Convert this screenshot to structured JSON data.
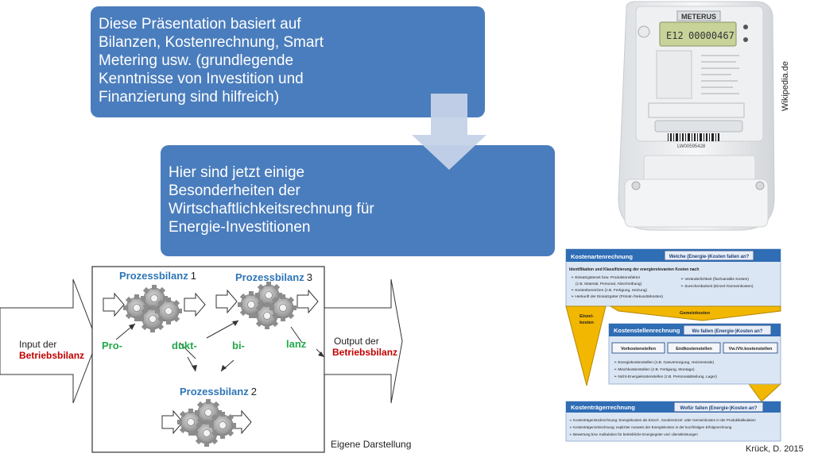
{
  "slide": {
    "box1_lines": [
      "Diese Präsentation basiert auf",
      "Bilanzen, Kostenrechnung, Smart",
      "Metering usw. (grundlegende",
      "Kenntnisse von Investition und",
      "Finanzierung sind hilfreich)"
    ],
    "box2_lines": [
      "Hier sind jetzt einige",
      "Besonderheiten der",
      "Wirtschaftlichkeitsrechnung für",
      "Energie-Investitionen"
    ],
    "image_credit_meter": "Wikipedia.de"
  },
  "meter": {
    "brand": "METERUS",
    "display_value": "00000467",
    "display_prefix": "E12",
    "serial": "LW00595428"
  },
  "process_diagram": {
    "input_line1": "Input der",
    "input_line2": "Betriebsbilanz",
    "output_line1": "Output der",
    "output_line2": "Betriebsbilanz",
    "p1_word": "Prozessbilanz",
    "p1_num": "1",
    "p2_word": "Prozessbilanz",
    "p2_num": "2",
    "p3_word": "Prozessbilanz",
    "p3_num": "3",
    "syllables": [
      "Pro-",
      "dukt-",
      "bi-",
      "lanz"
    ],
    "caption": "Eigene Darstellung"
  },
  "cost_diagram": {
    "kostenarten_title": "Kostenartenrechnung",
    "kostenarten_question": "Welche (Energie-)Kosten fallen an?",
    "kostenarten_heading": "Identifikation und Klassifizierung der energierelevanten Kosten nach",
    "kostenarten_left": [
      "➢ Einsatzgüterart bzw. Produktionsfaktor",
      "(z.B. Material, Personal, Abschreibung)",
      "➢ Kostenbereichen (z.B. Fertigung, Heizung)",
      "➢ Herkunft der Einsatzgüter (Primär-/Sekundärkosten)"
    ],
    "kostenarten_right": [
      "➢ Veränderlichkeit (fixe/variable Kosten)",
      "➢ Zurechenbarkeit (Einzel-/Gemeinkosten)"
    ],
    "gemeinkosten": "Gemeinkosten",
    "einzelkosten_1": "Einzel-",
    "einzelkosten_2": "kosten",
    "kostenstellen_title": "Kostenstellenrechnung",
    "kostenstellen_question": "Wo fallen (Energie-)Kosten an?",
    "kostenstellen_tabs": [
      "Vorkostenstellen",
      "Endkostenstellen",
      "Vw./Vtr.kostenstellen"
    ],
    "kostenstellen_items": [
      "➢ Energiekostenstellen (z.B. Gasversorgung, Heizzentrale)",
      "➢ Mischkostenstellen (z.B. Fertigung, Montage)",
      "➢ Nicht-Energiekostenstellen (z.B. Personalabteilung, Lager)"
    ],
    "kostentraeger_title": "Kostenträgerrechnung",
    "kostentraeger_question": "Wofür fallen (Energie-)Kosten an?",
    "kostentraeger_items": [
      "➢ Kostenträgerstückrechnung: Energiekosten als Einzel-, Sondereinzel- oder Gemeinkosten in der Produktkalkulation",
      "➢ Kostenträgerzeitrechnung: expliziter Ausweis der Energiekosten in der kurzfristigen Erfolgsrechnung",
      "➢ Bewertung bzw. Kalkulation für betriebliche Energiegüter und -dienstleistungen"
    ],
    "credit": "Krück, D. 2015"
  },
  "colors": {
    "box_blue": "#4a7dbd",
    "arrow_light_blue": "#c5d3e8",
    "process_blue": "#2e75b6",
    "syllable_green": "#22a84a",
    "red": "#c00000",
    "cost_header_blue": "#2f6db5",
    "cost_panel_bg": "#dbe6f4",
    "funnel_gold": "#f2b700"
  }
}
